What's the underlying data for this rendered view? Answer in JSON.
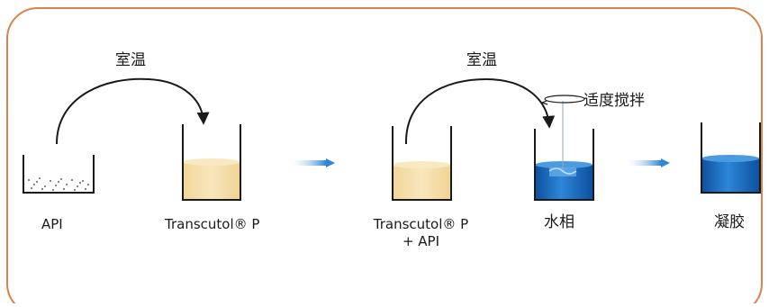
{
  "process": {
    "step1": {
      "condition_label": "室温",
      "container_a_label": "API",
      "container_b_label": "Transcutol® P"
    },
    "step2": {
      "condition_label": "室温",
      "stir_label": "适度搅拌",
      "container_a_label_line1": "Transcutol® P",
      "container_a_label_line2": "+ API",
      "container_b_label": "水相"
    },
    "step3": {
      "container_label": "凝胶"
    }
  },
  "colors": {
    "frame": "#d9824a",
    "beaker_outline": "#1a1a1a",
    "cream_liquid": "#f3dca6",
    "blue_liquid": "#1a73c9",
    "arrow_blue": "#2f86d6"
  }
}
